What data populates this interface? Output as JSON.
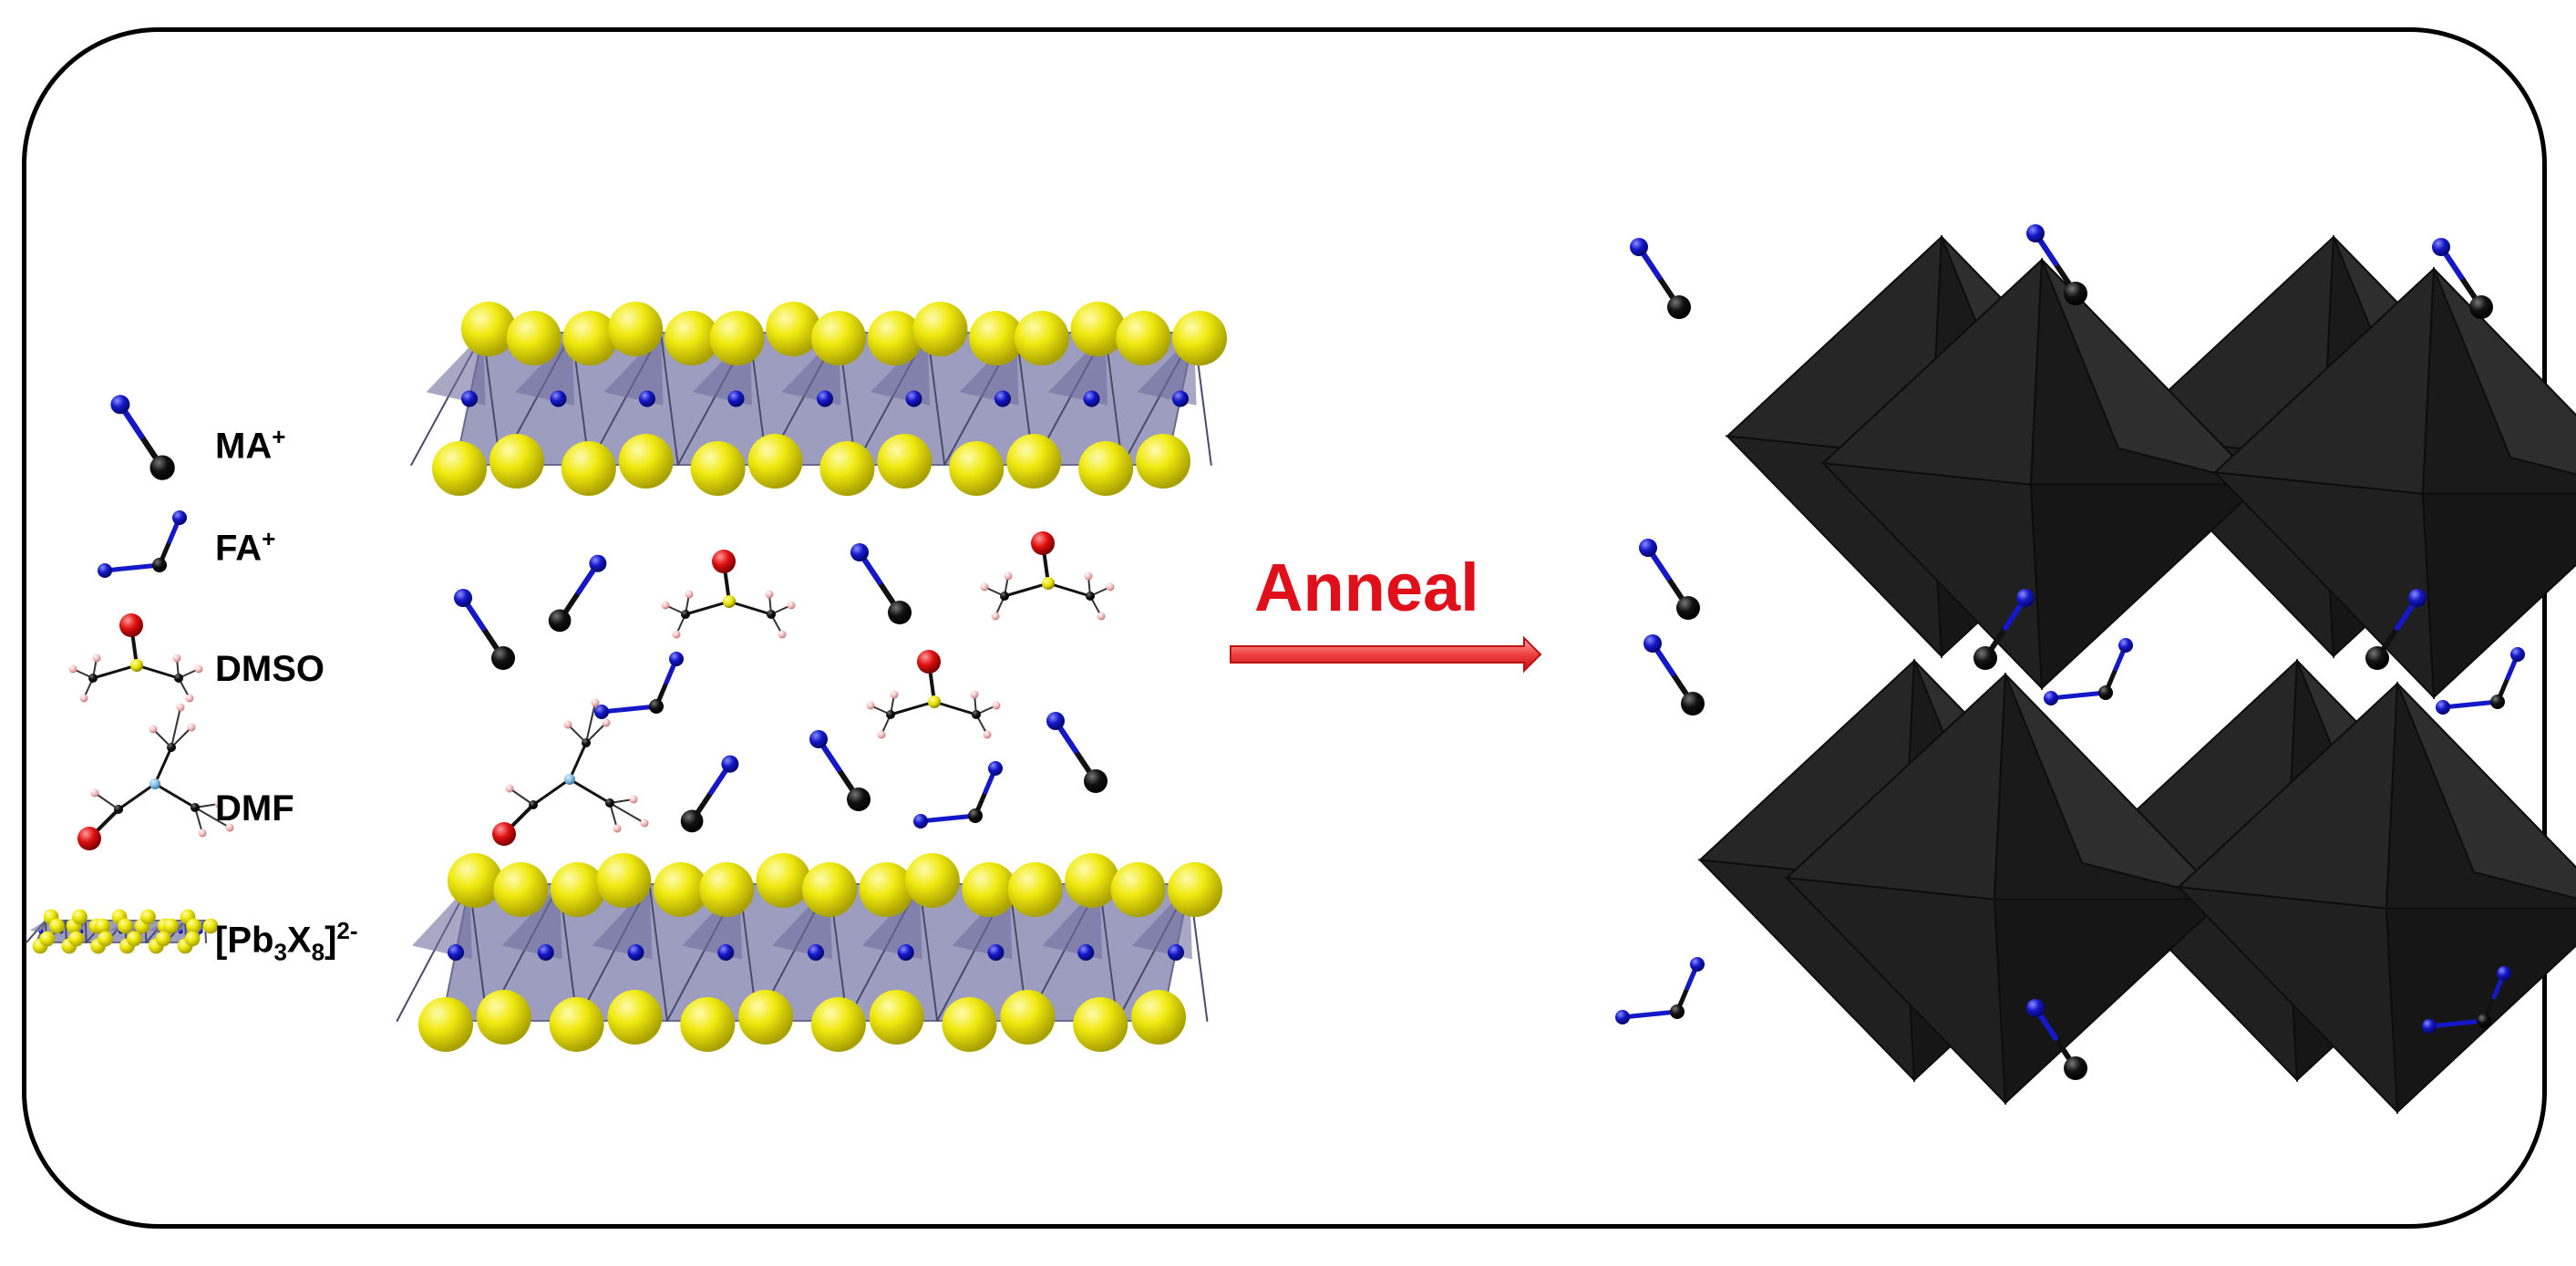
{
  "legend": {
    "ma": {
      "label": "MA",
      "charge": "+"
    },
    "fa": {
      "label": "FA",
      "charge": "+"
    },
    "dmso": {
      "label": "DMSO"
    },
    "dmf": {
      "label": "DMF"
    },
    "pb_cluster": {
      "open": "[Pb",
      "sub1": "3",
      "mid": "X",
      "sub2": "8",
      "close": "]",
      "charge": "2-"
    }
  },
  "arrow": {
    "label": "Anneal"
  },
  "colors": {
    "nitrogen": "#1418c8",
    "carbon": "#111111",
    "oxygen": "#e01010",
    "sulfur": "#e6e000",
    "hydrogen": "#f4b8b8",
    "halide": "#f2ee10",
    "octahedron_dark": "#1e1e1e",
    "layer_fill": "#8c8cb4",
    "arrow": "#e0101a",
    "frame": "#000000"
  }
}
